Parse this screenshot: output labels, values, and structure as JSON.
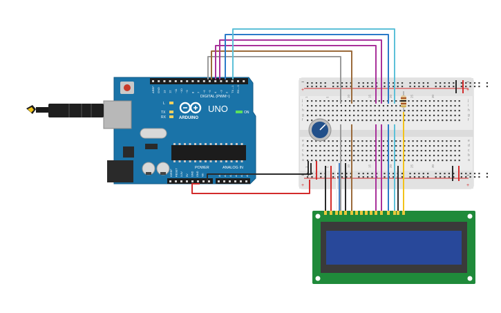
{
  "arduino": {
    "brand": "ARDUINO",
    "model": "UNO",
    "digital_label": "DIGITAL (PWM~)",
    "power_label": "POWER",
    "analog_label": "ANALOG IN",
    "on_label": "ON",
    "led_l": "L",
    "led_tx": "TX",
    "led_rx": "RX",
    "digital_pins": [
      "AREF",
      "GND",
      "13",
      "12",
      "~11",
      "~10",
      "~9",
      "8",
      "7",
      "~6",
      "~5",
      "4",
      "~3",
      "2",
      "TX→1",
      "RX←0"
    ],
    "power_pins": [
      "IOREF",
      "RESET",
      "3.3V",
      "5V",
      "GND",
      "GND",
      "Vin"
    ],
    "analog_pins": [
      "A0",
      "A1",
      "A2",
      "A3",
      "A4",
      "A5"
    ]
  },
  "breadboard": {
    "row_labels_top": [
      "j",
      "i",
      "h",
      "g",
      "f"
    ],
    "row_labels_bottom": [
      "e",
      "d",
      "c",
      "b",
      "a"
    ],
    "column_numbers": [
      "1",
      "5",
      "10",
      "15",
      "20",
      "25",
      "30"
    ]
  },
  "colors": {
    "arduino_board": "#1a73a8",
    "breadboard": "#ececec",
    "lcd_board": "#1f8a3a",
    "lcd_screen": "#28489a",
    "wire_red": "#d32b2b",
    "wire_black": "#2a2a2a",
    "wire_gray": "#9a9a9a",
    "wire_brown": "#9a6a3a",
    "wire_magenta": "#a8309a",
    "wire_blue": "#2a7ac9",
    "wire_cyan": "#5cc0d8",
    "wire_yellow": "#f2c21a",
    "pot_knob": "#22508a"
  },
  "icons": [
    "usb-plug-icon",
    "reset-button-icon",
    "potentiometer-icon",
    "resistor-icon"
  ]
}
